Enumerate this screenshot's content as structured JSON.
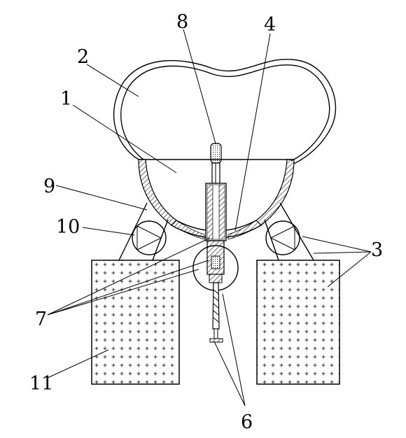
{
  "labels": {
    "l1": "1",
    "l2": "2",
    "l3": "3",
    "l4": "4",
    "l6": "6",
    "l7": "7",
    "l8": "8",
    "l9": "9",
    "l10": "10",
    "l11": "11"
  }
}
